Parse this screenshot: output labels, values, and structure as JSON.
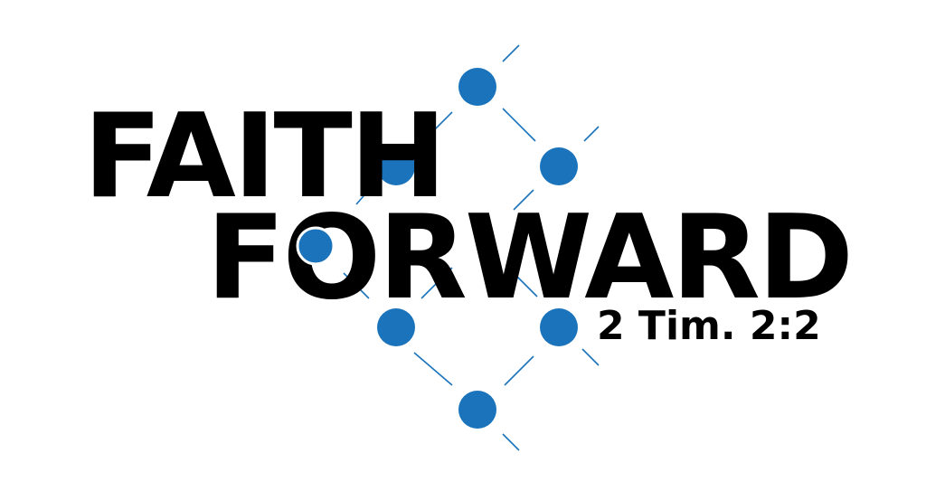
{
  "logo": {
    "title_line_1": "FAITH",
    "title_line_2": "FORWARD",
    "verse_reference": "2 Tim. 2:2"
  },
  "colors": {
    "background": "#ffffff",
    "text": "#000000",
    "accent_blue": "#1a73bb"
  }
}
